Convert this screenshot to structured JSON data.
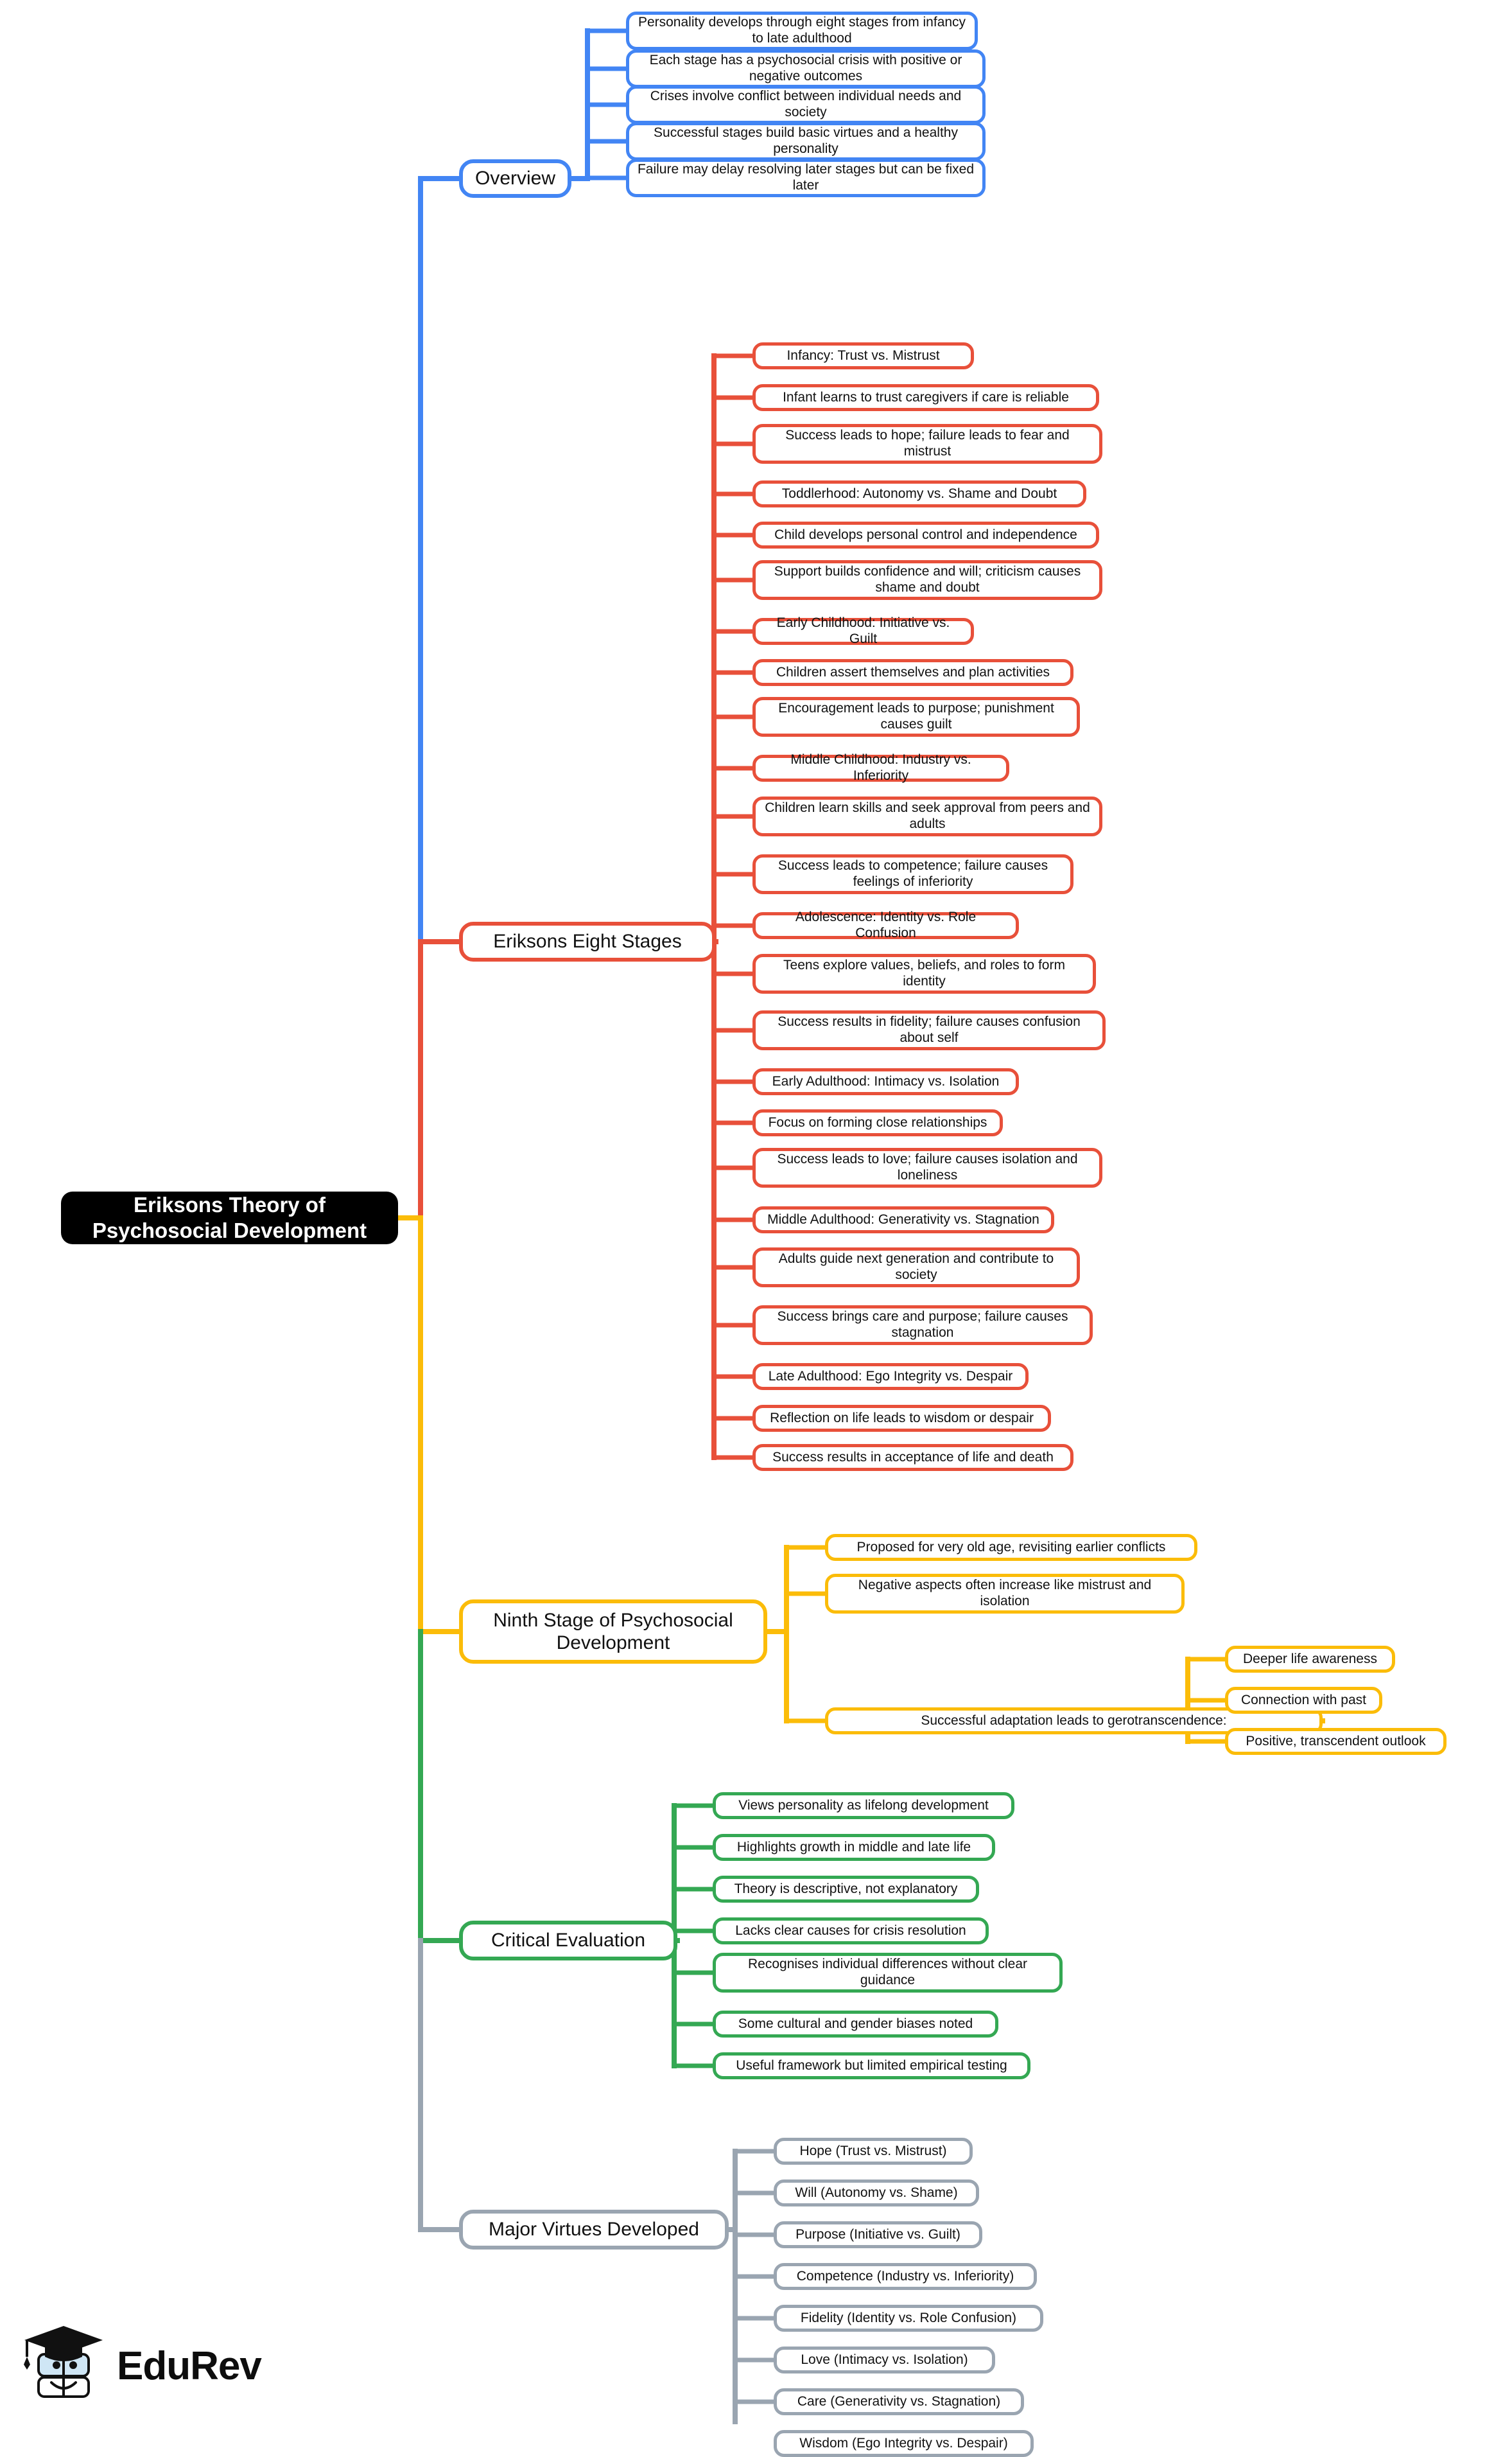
{
  "title": "Eriksons Theory of Psychosocial Development",
  "root": {
    "label": "Eriksons Theory of Psychosocial Development",
    "color": "#000000"
  },
  "colors": {
    "overview": "#4285F4",
    "eight_stages": "#E8503A",
    "ninth_stage": "#FBBC09",
    "critical_evaluation": "#34A853",
    "major_virtues": "#9AA5B1",
    "root_fill": "#000000",
    "root_text": "#FFFFFF",
    "node_fill": "#FFFFFF",
    "node_text": "#111111"
  },
  "branches": [
    {
      "id": "overview",
      "label": "Overview",
      "color": "#4285F4",
      "children": [
        {
          "label": "Personality develops through eight stages from infancy to late adulthood"
        },
        {
          "label": "Each stage has a psychosocial crisis with positive or negative outcomes"
        },
        {
          "label": "Crises involve conflict between individual needs and society"
        },
        {
          "label": "Successful stages build basic virtues and a healthy personality"
        },
        {
          "label": "Failure may delay resolving later stages but can be fixed later"
        }
      ]
    },
    {
      "id": "eight-stages",
      "label": "Eriksons Eight Stages",
      "color": "#E8503A",
      "children": [
        {
          "label": "Infancy: Trust vs. Mistrust"
        },
        {
          "label": "Infant learns to trust caregivers if care is reliable"
        },
        {
          "label": "Success leads to hope; failure leads to fear and mistrust"
        },
        {
          "label": "Toddlerhood: Autonomy vs. Shame and Doubt"
        },
        {
          "label": "Child develops personal control and independence"
        },
        {
          "label": "Support builds confidence and will; criticism causes shame and doubt"
        },
        {
          "label": "Early Childhood: Initiative vs. Guilt"
        },
        {
          "label": "Children assert themselves and plan activities"
        },
        {
          "label": "Encouragement leads to purpose; punishment causes guilt"
        },
        {
          "label": "Middle Childhood: Industry vs. Inferiority"
        },
        {
          "label": "Children learn skills and seek approval from peers and adults"
        },
        {
          "label": "Success leads to competence; failure causes feelings of inferiority"
        },
        {
          "label": "Adolescence: Identity vs. Role Confusion"
        },
        {
          "label": "Teens explore values, beliefs, and roles to form identity"
        },
        {
          "label": "Success results in fidelity; failure causes confusion about self"
        },
        {
          "label": "Early Adulthood: Intimacy vs. Isolation"
        },
        {
          "label": "Focus on forming close relationships"
        },
        {
          "label": "Success leads to love; failure causes isolation and loneliness"
        },
        {
          "label": "Middle Adulthood: Generativity vs. Stagnation"
        },
        {
          "label": "Adults guide next generation and contribute to society"
        },
        {
          "label": "Success brings care and purpose; failure causes stagnation"
        },
        {
          "label": "Late Adulthood: Ego Integrity vs. Despair"
        },
        {
          "label": "Reflection on life leads to wisdom or despair"
        },
        {
          "label": "Success results in acceptance of life and death"
        }
      ]
    },
    {
      "id": "ninth-stage",
      "label": "Ninth Stage of Psychosocial Development",
      "color": "#FBBC09",
      "children": [
        {
          "label": "Proposed for very old age, revisiting earlier conflicts"
        },
        {
          "label": "Negative aspects often increase like mistrust and isolation"
        },
        {
          "label": "Successful adaptation leads to gerotranscendence:",
          "children": [
            {
              "label": "Deeper life awareness"
            },
            {
              "label": "Connection with past"
            },
            {
              "label": "Positive, transcendent outlook"
            }
          ]
        }
      ]
    },
    {
      "id": "critical-evaluation",
      "label": "Critical Evaluation",
      "color": "#34A853",
      "children": [
        {
          "label": "Views personality as lifelong development"
        },
        {
          "label": "Highlights growth in middle and late life"
        },
        {
          "label": "Theory is descriptive, not explanatory"
        },
        {
          "label": "Lacks clear causes for crisis resolution"
        },
        {
          "label": "Recognises individual differences without clear guidance"
        },
        {
          "label": "Some cultural and gender biases noted"
        },
        {
          "label": "Useful framework but limited empirical testing"
        }
      ]
    },
    {
      "id": "major-virtues",
      "label": "Major Virtues Developed",
      "color": "#9AA5B1",
      "children": [
        {
          "label": "Hope (Trust vs. Mistrust)"
        },
        {
          "label": "Will (Autonomy vs. Shame)"
        },
        {
          "label": "Purpose (Initiative vs. Guilt)"
        },
        {
          "label": "Competence (Industry vs. Inferiority)"
        },
        {
          "label": "Fidelity (Identity vs. Role Confusion)"
        },
        {
          "label": "Love (Intimacy vs. Isolation)"
        },
        {
          "label": "Care (Generativity vs. Stagnation)"
        },
        {
          "label": "Wisdom (Ego Integrity vs. Despair)"
        }
      ]
    }
  ],
  "logo": {
    "wordmark": "EduRev",
    "icon": "graduation-cap-book-mascot"
  }
}
